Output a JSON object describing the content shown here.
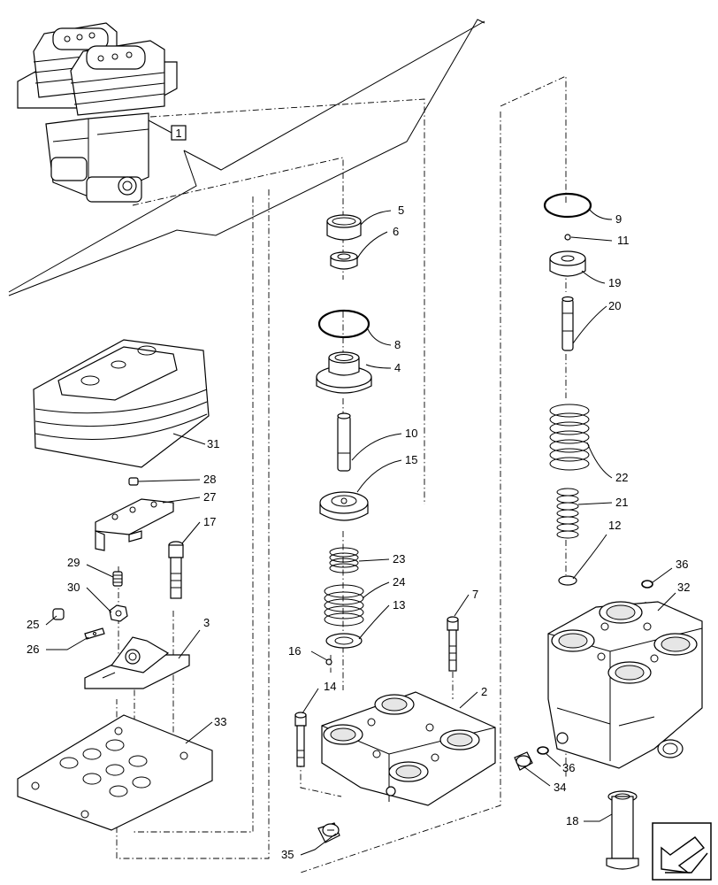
{
  "reference_box_label": "1",
  "callouts": {
    "c2": "2",
    "c3": "3",
    "c4": "4",
    "c5": "5",
    "c6": "6",
    "c7": "7",
    "c8": "8",
    "c9": "9",
    "c10": "10",
    "c11": "11",
    "c12": "12",
    "c13": "13",
    "c14": "14",
    "c15": "15",
    "c16": "16",
    "c17": "17",
    "c18": "18",
    "c19": "19",
    "c20": "20",
    "c21": "21",
    "c22": "22",
    "c23": "23",
    "c24": "24",
    "c25": "25",
    "c26": "26",
    "c27": "27",
    "c28": "28",
    "c29": "29",
    "c30": "30",
    "c31": "31",
    "c32": "32",
    "c33": "33",
    "c34": "34",
    "c35": "35",
    "c36a": "36",
    "c36b": "36"
  },
  "icons": [
    "exploded-view-diagram",
    "orientation-arrow-icon"
  ]
}
